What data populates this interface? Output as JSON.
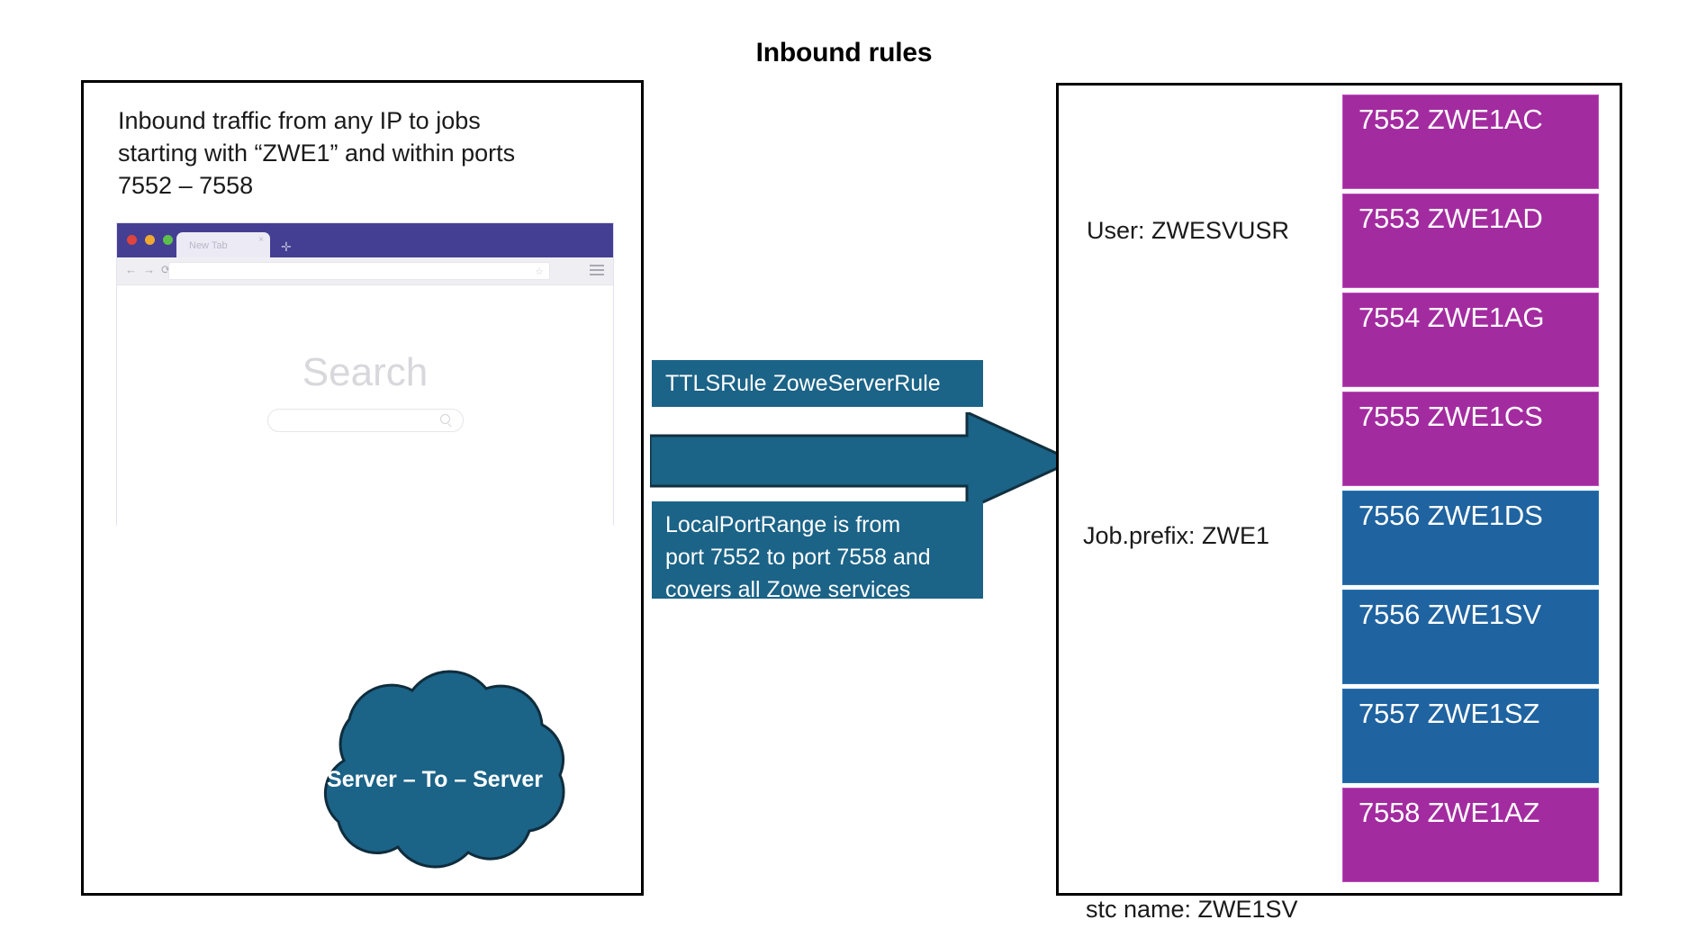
{
  "title": "Inbound rules",
  "left_panel": {
    "description": "Inbound traffic from any IP to jobs\nstarting with “ZWE1” and within ports\n7552 – 7558",
    "browser": {
      "tab_label": "New Tab",
      "tab_close_glyph": "×",
      "new_tab_glyph": "✛",
      "back_glyph": "←",
      "forward_glyph": "→",
      "reload_glyph": "⟳",
      "url_value": "",
      "url_placeholder": "",
      "bookmark_glyph": "☆",
      "search_heading": "Search",
      "search_value": "",
      "search_placeholder": ""
    },
    "cloud_label": "Server – To – Server"
  },
  "middle": {
    "callout_rule": "TTLSRule ZoweServerRule",
    "callout_port_range": "LocalPortRange is from\nport 7552 to port 7558 and\ncovers all Zowe services",
    "arrow_direction": "right"
  },
  "right_panel": {
    "labels": {
      "user": "User: ZWESVUSR",
      "job_prefix": "Job.prefix: ZWE1",
      "stc_name": "stc name: ZWE1SV"
    },
    "port_badges": [
      {
        "port": "7552",
        "name": "ZWE1AC",
        "text": "7552 ZWE1AC",
        "color": "magenta"
      },
      {
        "port": "7553",
        "name": "ZWE1AD",
        "text": "7553 ZWE1AD",
        "color": "magenta"
      },
      {
        "port": "7554",
        "name": "ZWE1AG",
        "text": "7554 ZWE1AG",
        "color": "magenta"
      },
      {
        "port": "7555",
        "name": "ZWE1CS",
        "text": "7555 ZWE1CS",
        "color": "magenta"
      },
      {
        "port": "7556",
        "name": "ZWE1DS",
        "text": "7556 ZWE1DS",
        "color": "blue"
      },
      {
        "port": "7556",
        "name": "ZWE1SV",
        "text": "7556 ZWE1SV",
        "color": "blue"
      },
      {
        "port": "7557",
        "name": "ZWE1SZ",
        "text": "7557 ZWE1SZ",
        "color": "blue"
      },
      {
        "port": "7558",
        "name": "ZWE1AZ",
        "text": "7558 ZWE1AZ",
        "color": "magenta"
      }
    ]
  },
  "colors": {
    "magenta": "#A32BA0",
    "blue": "#1F63A0",
    "teal": "#1B6387",
    "browser_chrome": "#443F93",
    "panel_border": "#000000"
  }
}
